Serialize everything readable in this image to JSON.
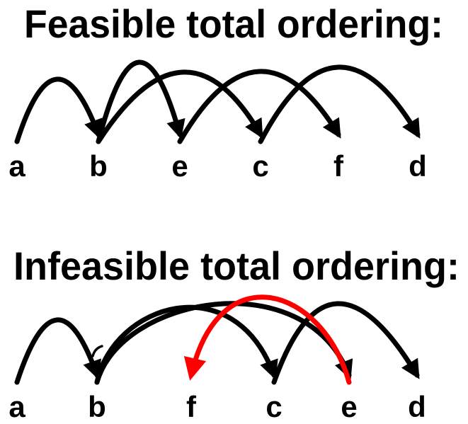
{
  "figure": {
    "colors": {
      "black": "#000000",
      "red": "#ff0000",
      "background": "#ffffff"
    },
    "sections": [
      {
        "id": "feasible",
        "title": "Feasible total ordering:",
        "ordering": [
          "a",
          "b",
          "e",
          "c",
          "f",
          "d"
        ],
        "arcs": [
          {
            "from": "a",
            "to": "b",
            "color": "black"
          },
          {
            "from": "b",
            "to": "e",
            "color": "black"
          },
          {
            "from": "b",
            "to": "c",
            "color": "black"
          },
          {
            "from": "e",
            "to": "f",
            "color": "black"
          },
          {
            "from": "c",
            "to": "d",
            "color": "black"
          }
        ]
      },
      {
        "id": "infeasible",
        "title": "Infeasible total ordering:",
        "ordering": [
          "a",
          "b",
          "f",
          "c",
          "e",
          "d"
        ],
        "arcs": [
          {
            "from": "a",
            "to": "b",
            "color": "black"
          },
          {
            "from": "b",
            "to": "c",
            "color": "black"
          },
          {
            "from": "b",
            "to": "e",
            "color": "black"
          },
          {
            "from": "c",
            "to": "d",
            "color": "black"
          },
          {
            "from": "e",
            "to": "f",
            "color": "red"
          }
        ],
        "has_stray_mark": true
      }
    ]
  }
}
